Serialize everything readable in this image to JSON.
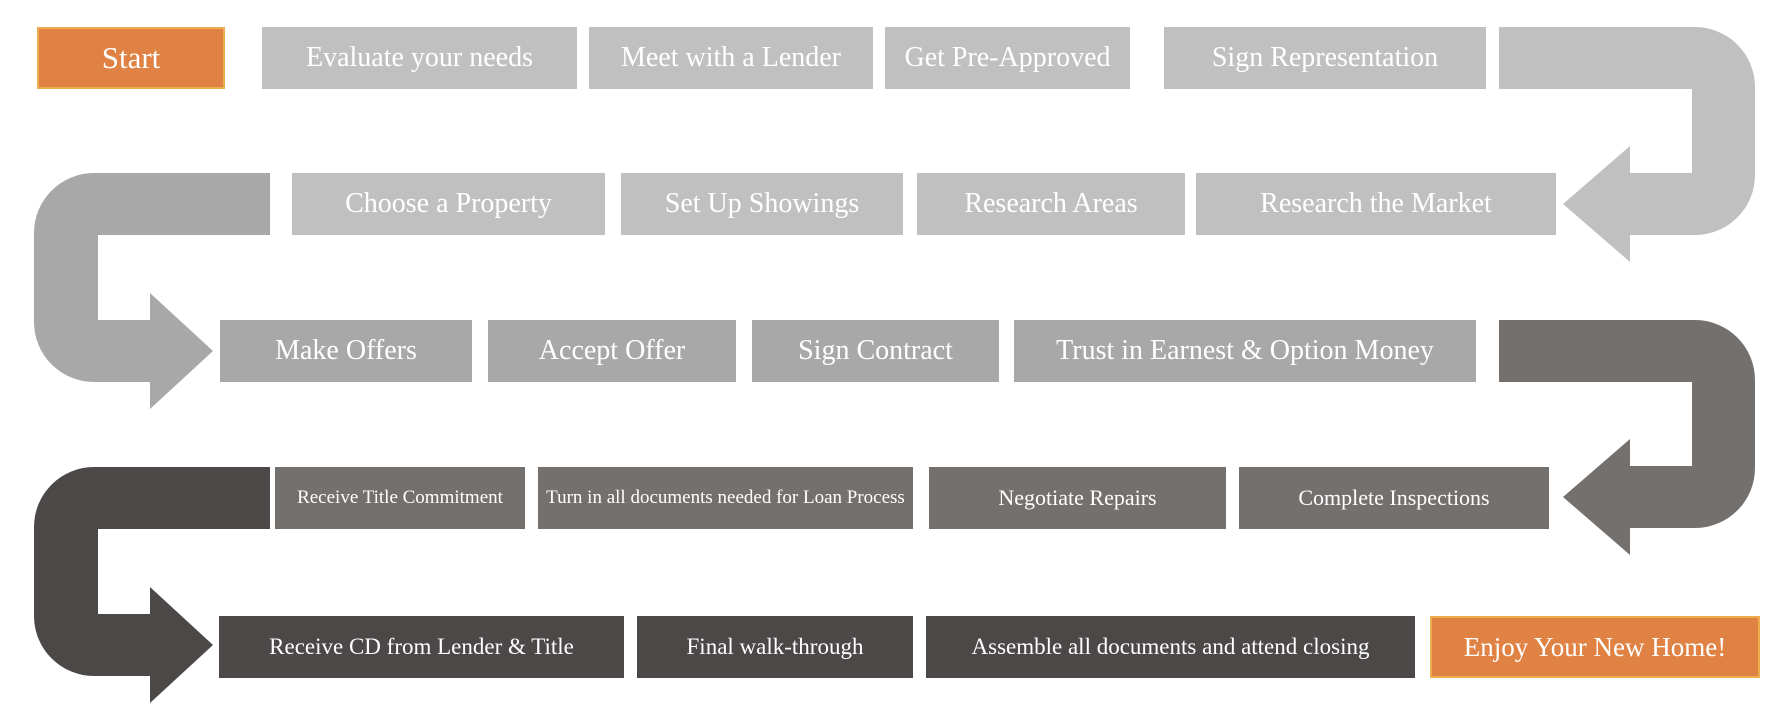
{
  "diagram": {
    "title": "Home Buying Process Flowchart",
    "background": "#ffffff",
    "text_color": "#ffffff"
  },
  "colors": {
    "step_light_gray": "#C0C0C0",
    "step_medium_gray": "#A8A8A8",
    "step_taupe_gray": "#74706E",
    "step_dark_gray": "#4B4847",
    "accent_orange": "#DF8243",
    "accent_orange_border": "#EDAC4D"
  },
  "flow": {
    "rows": [
      {
        "name": "row-1",
        "flow_direction": "left-to-right",
        "steps": [
          {
            "label": "Start",
            "variant": "accent-orange"
          },
          {
            "label": "Evaluate your needs",
            "variant": "light-gray"
          },
          {
            "label": "Meet with a Lender",
            "variant": "light-gray"
          },
          {
            "label": "Get Pre-Approved",
            "variant": "light-gray"
          },
          {
            "label": "Sign Representation",
            "variant": "light-gray"
          }
        ]
      },
      {
        "name": "row-2",
        "flow_direction": "right-to-left",
        "steps": [
          {
            "label": "Choose a Property",
            "variant": "light-gray"
          },
          {
            "label": "Set Up Showings",
            "variant": "light-gray"
          },
          {
            "label": "Research Areas",
            "variant": "light-gray"
          },
          {
            "label": "Research the Market",
            "variant": "light-gray"
          }
        ]
      },
      {
        "name": "row-3",
        "flow_direction": "left-to-right",
        "steps": [
          {
            "label": "Make Offers",
            "variant": "medium-gray"
          },
          {
            "label": "Accept Offer",
            "variant": "medium-gray"
          },
          {
            "label": "Sign Contract",
            "variant": "medium-gray"
          },
          {
            "label": "Trust in Earnest & Option Money",
            "variant": "medium-gray"
          }
        ]
      },
      {
        "name": "row-4",
        "flow_direction": "right-to-left",
        "steps": [
          {
            "label": "Receive Title Commitment",
            "variant": "taupe-gray"
          },
          {
            "label": "Turn in all documents needed for Loan Process",
            "variant": "taupe-gray"
          },
          {
            "label": "Negotiate Repairs",
            "variant": "taupe-gray"
          },
          {
            "label": "Complete Inspections",
            "variant": "taupe-gray"
          }
        ]
      },
      {
        "name": "row-5",
        "flow_direction": "left-to-right",
        "steps": [
          {
            "label": "Receive CD from Lender & Title",
            "variant": "dark-gray"
          },
          {
            "label": "Final walk-through",
            "variant": "dark-gray"
          },
          {
            "label": "Assemble all documents and attend closing",
            "variant": "dark-gray"
          },
          {
            "label": "Enjoy Your New Home!",
            "variant": "accent-orange"
          }
        ]
      }
    ],
    "arrows": [
      {
        "name": "arrow-row1-to-row2",
        "side": "right",
        "color": "#C0C0C0"
      },
      {
        "name": "arrow-row2-to-row3",
        "side": "left",
        "color": "#A8A8A8"
      },
      {
        "name": "arrow-row3-to-row4",
        "side": "right",
        "color": "#74706E"
      },
      {
        "name": "arrow-row4-to-row5",
        "side": "left",
        "color": "#4B4847"
      }
    ]
  }
}
